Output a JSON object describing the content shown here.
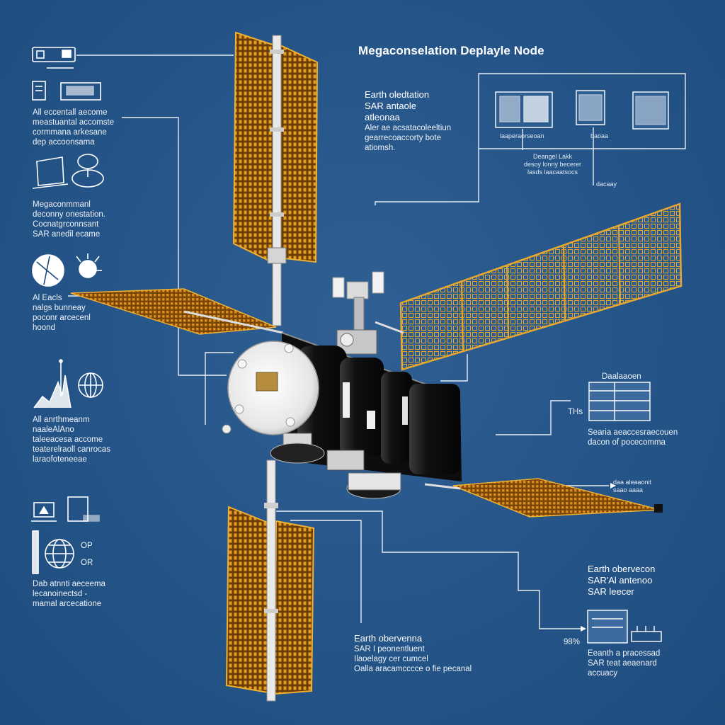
{
  "title": "Megaconselation Deplayle Node",
  "colors": {
    "background": "#26568a",
    "solar_panel": "#c07a10",
    "solar_cell": "#e0a32a",
    "bus_body": "#141414",
    "bus_face": "#eeeeee",
    "leader_line": "#ffffff"
  },
  "left_column": {
    "block1": [
      "All eccentall aecome",
      "meastuantal accomste",
      "cormmana arkesane",
      "dep accoonsama"
    ],
    "block2": [
      "Megaconmmanl",
      "deconny onestation.",
      "Cocnatgrconnsant",
      "SAR anedil ecame"
    ],
    "block3": [
      "Al Eacls",
      "nalgs bunneay",
      "poconr arcecenl",
      "hoond"
    ],
    "block4": [
      "All anrthmeanm",
      "naaleAlAno",
      "taleeacesa accome",
      "teaterelraoll canrocas",
      "laraofoteneeae"
    ],
    "block5": [
      "Dab atnnti aeceema",
      "lecanoinectsd -",
      "mamal arcecatione"
    ],
    "op_label": "OP",
    "or_label": "OR"
  },
  "upper_middle": [
    "Earth oledtation",
    "SAR antaole",
    "atleonaa",
    "Aler ae acsatacoleeltiun",
    "gearrecoaccorty bote",
    "atiomsh."
  ],
  "top_box": {
    "caption_left": "laaperaorseoan",
    "caption_mid": "baoaa",
    "sub_label": [
      "Deangel Lakk",
      "desoy lonny becerer",
      "lasds laacaatsocs"
    ],
    "side_label": "dacaay"
  },
  "right_column": {
    "data_label": "Daalaaoen",
    "ths_label": "THs",
    "block1": [
      "Searia aeaccesraecouen",
      "dacon of pocecomma"
    ],
    "arrow_label": [
      "daa aleaaonit",
      "saao aaaa"
    ],
    "block2": [
      "Earth obervecon",
      "SAR'Al antenoo",
      "SAR leecer"
    ],
    "pct_label": "98%",
    "block3": [
      "Eeanth a pracessad",
      "SAR teat aeaenard",
      "accuacy"
    ]
  },
  "bottom_middle": [
    "Earth obervenna",
    "SAR I peonentluent",
    "Ilaoelagy cer cumcel",
    "Oalla aracamcccce o fie pecanal"
  ]
}
